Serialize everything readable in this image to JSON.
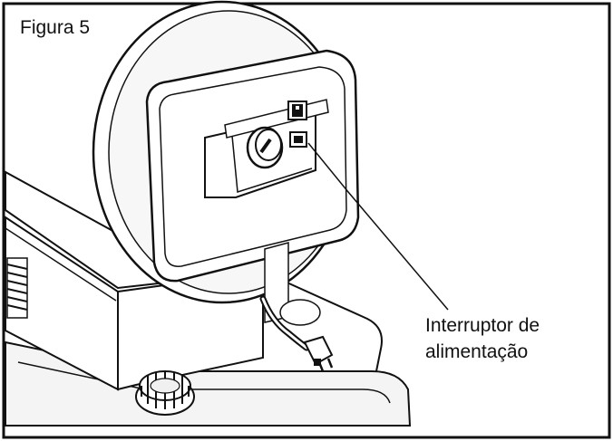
{
  "figure": {
    "title": "Figura 5",
    "callout": {
      "line1": "Interruptor de",
      "line2": "alimentação"
    }
  },
  "colors": {
    "ink": "#111111",
    "paper": "#ffffff",
    "shade": "#e6e6e6",
    "light_shade": "#f2f2f2"
  },
  "illustration": {
    "subject": "heater-control-panel",
    "parts": [
      "heater-body",
      "control-panel",
      "thermostat-knob",
      "power-switch",
      "power-cord",
      "plug",
      "fuel-cap",
      "base-tray"
    ]
  }
}
